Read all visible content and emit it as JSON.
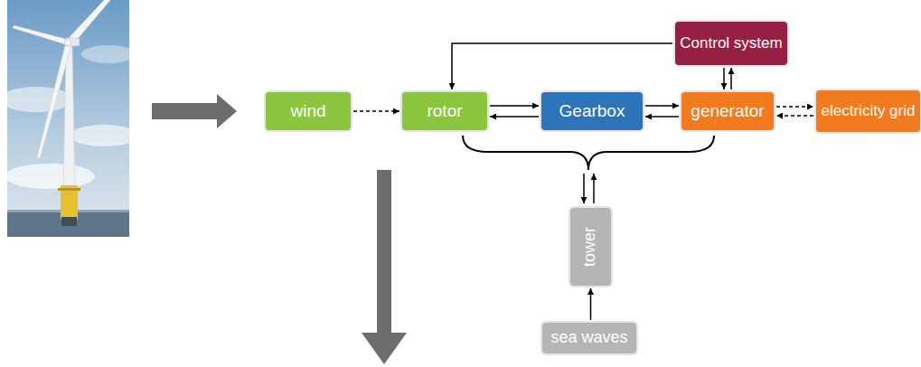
{
  "diagram": {
    "nodes": [
      {
        "text": [
          "Control system"
        ]
      },
      {
        "text": [
          "wind"
        ]
      },
      {
        "text": [
          "rotor"
        ]
      },
      {
        "text": [
          "Gearbox"
        ]
      },
      {
        "text": [
          "generator"
        ]
      },
      {
        "text": [
          "electricity grid"
        ]
      },
      {
        "text": [
          "tower"
        ]
      },
      {
        "text": [
          "sea waves"
        ]
      }
    ],
    "edges": [
      {
        "from": 1,
        "to": 2,
        "arrow": "to"
      },
      {
        "from": 2,
        "to": 3,
        "arrow": "to"
      },
      {
        "from": 3,
        "to": 2,
        "arrow": "to"
      },
      {
        "from": 3,
        "to": 4,
        "arrow": "to"
      },
      {
        "from": 4,
        "to": 3,
        "arrow": "to"
      },
      {
        "from": 4,
        "to": 5,
        "arrow": "to"
      },
      {
        "from": 5,
        "to": 4,
        "arrow": "to"
      },
      {
        "from": 0,
        "to": 2,
        "arrow": "to"
      },
      {
        "from": 0,
        "to": 4,
        "arrow": "to"
      },
      {
        "from": 4,
        "to": 0,
        "arrow": "to"
      },
      {
        "from": 7,
        "to": 6,
        "arrow": "to"
      }
    ]
  }
}
